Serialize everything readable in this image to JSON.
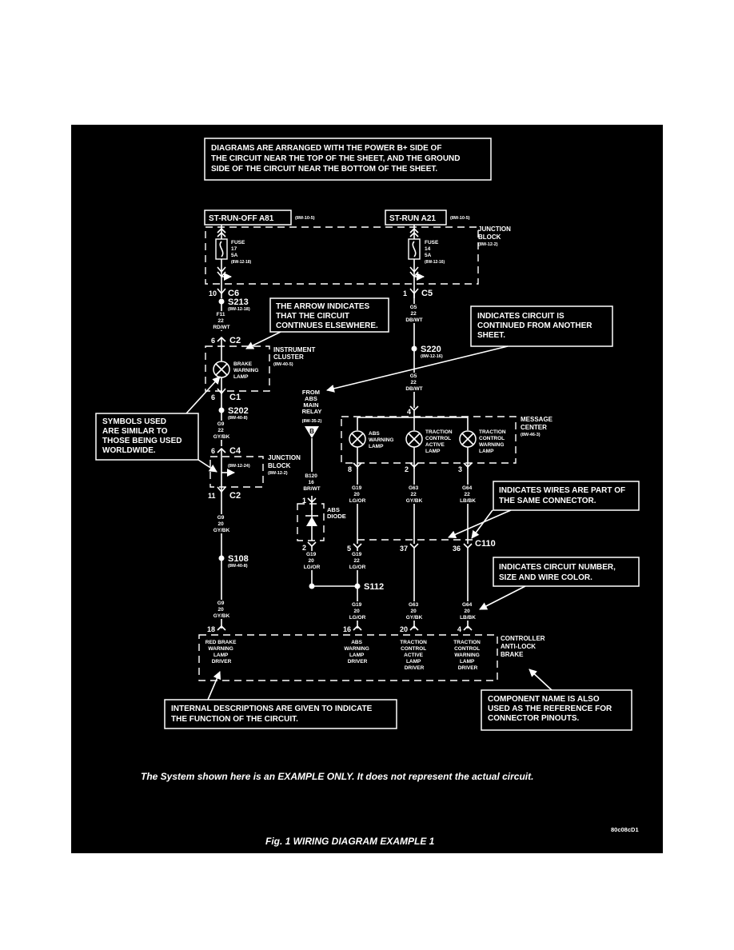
{
  "callouts": {
    "arranged": [
      "DIAGRAMS ARE ARRANGED WITH THE POWER B+ SIDE OF",
      "THE CIRCUIT NEAR THE TOP OF THE SHEET, AND THE GROUND",
      "SIDE OF THE CIRCUIT NEAR THE BOTTOM OF THE SHEET."
    ],
    "arrow": [
      "THE ARROW INDICATES",
      "THAT THE CIRCUIT",
      "CONTINUES ELSEWHERE."
    ],
    "continued": [
      "INDICATES CIRCUIT IS",
      "CONTINUED FROM ANOTHER",
      "SHEET."
    ],
    "symbols": [
      "SYMBOLS USED",
      "ARE SIMILAR TO",
      "THOSE BEING USED",
      "WORLDWIDE."
    ],
    "same_connector": [
      "INDICATES WIRES ARE PART OF",
      "THE SAME CONNECTOR."
    ],
    "circuit_number": [
      "INDICATES CIRCUIT NUMBER,",
      "SIZE AND WIRE COLOR."
    ],
    "internal": [
      "INTERNAL DESCRIPTIONS ARE GIVEN TO INDICATE",
      "THE FUNCTION OF THE CIRCUIT."
    ],
    "component_name": [
      "COMPONENT NAME IS ALSO",
      "USED AS THE REFERENCE FOR",
      "CONNECTOR PINOUTS."
    ]
  },
  "power": {
    "left": "ST-RUN-OFF A81",
    "left_ref": "(8W-10-5)",
    "right": "ST-RUN A21",
    "right_ref": "(8W-10-5)"
  },
  "junction_block": {
    "label": [
      "JUNCTION",
      "BLOCK"
    ],
    "ref": "(8W-12-2)"
  },
  "fuses": {
    "left": [
      "FUSE",
      "17",
      "5A",
      "(8W-12-18)"
    ],
    "right": [
      "FUSE",
      "14",
      "5A",
      "(8W-12-16)"
    ]
  },
  "connectors": {
    "c6_pin": "10",
    "c6": "C6",
    "c5_pin": "1",
    "c5": "C5",
    "c2_pin": "6",
    "c2": "C2",
    "c1_pin": "6",
    "c1": "C1",
    "c4_pin": "6",
    "c4": "C4",
    "c2b_pin": "11",
    "c2b": "C2",
    "msg_in_pin": "4",
    "abs_lamp_pin": "8",
    "tc_active_pin": "2",
    "tc_warn_pin": "3",
    "diode_top_pin": "1",
    "diode_bot_pin": "2",
    "c110_p5": "5",
    "c110_p37": "37",
    "c110_p36": "36",
    "c110": "C110",
    "ctrl_p18": "18",
    "ctrl_p16": "16",
    "ctrl_p20": "20",
    "ctrl_p4": "4"
  },
  "splices": {
    "s213": "S213",
    "s213_ref": "(8W-12-18)",
    "s220": "S220",
    "s220_ref": "(8W-12-16)",
    "s202": "S202",
    "s202_ref": "(8W-40-8)",
    "s108": "S108",
    "s108_ref": "(8W-40-8)",
    "s112": "S112"
  },
  "wires": {
    "f11": [
      "F11",
      "22",
      "RD/WT"
    ],
    "g5_top": [
      "G5",
      "22",
      "DB/WT"
    ],
    "g5_bot": [
      "G5",
      "22",
      "DB/WT"
    ],
    "g9_a": [
      "G9",
      "22",
      "GY/BK"
    ],
    "g9_b": [
      "G9",
      "20",
      "GY/BK"
    ],
    "g9_c": [
      "G9",
      "20",
      "GY/BK"
    ],
    "b120": [
      "B120",
      "16",
      "BR/WT"
    ],
    "g19_a": [
      "G19",
      "20",
      "LG/OR"
    ],
    "g19_b": [
      "G19",
      "22",
      "LG/OR"
    ],
    "g19_c": [
      "G19",
      "20",
      "LG/OR"
    ],
    "g19_d": [
      "G19",
      "20",
      "LG/OR"
    ],
    "g63_a": [
      "G63",
      "22",
      "GY/BK"
    ],
    "g63_b": [
      "G63",
      "20",
      "GY/BK"
    ],
    "g64_a": [
      "G64",
      "22",
      "LB/BK"
    ],
    "g64_b": [
      "G64",
      "20",
      "LB/BK"
    ]
  },
  "instrument_cluster": {
    "label": [
      "INSTRUMENT",
      "CLUSTER"
    ],
    "ref": "(8W-40-5)",
    "lamp": [
      "BRAKE",
      "WARNING",
      "LAMP"
    ]
  },
  "junction_block_2": {
    "label": [
      "JUNCTION",
      "BLOCK"
    ],
    "ref_a": "(8W-12-24)",
    "ref_b": "(8W-12-2)"
  },
  "abs_relay": {
    "label": [
      "FROM",
      "ABS",
      "MAIN",
      "RELAY"
    ],
    "ref": "(8W-35-2)",
    "marker": "B"
  },
  "abs_diode": [
    "ABS",
    "DIODE"
  ],
  "message_center": {
    "label": [
      "MESSAGE",
      "CENTER"
    ],
    "ref": "(8W-46-3)",
    "lamp1": [
      "ABS",
      "WARNING",
      "LAMP"
    ],
    "lamp2": [
      "TRACTION",
      "CONTROL",
      "ACTIVE",
      "LAMP"
    ],
    "lamp3": [
      "TRACTION",
      "CONTROL",
      "WARNING",
      "LAMP"
    ]
  },
  "controller": {
    "label": [
      "CONTROLLER",
      "ANTI-LOCK",
      "BRAKE"
    ],
    "d1": [
      "RED BRAKE",
      "WARNING",
      "LAMP",
      "DRIVER"
    ],
    "d2": [
      "ABS",
      "WARNING",
      "LAMP",
      "DRIVER"
    ],
    "d3": [
      "TRACTION",
      "CONTROL",
      "ACTIVE",
      "LAMP",
      "DRIVER"
    ],
    "d4": [
      "TRACTION",
      "CONTROL",
      "WARNING",
      "LAMP",
      "DRIVER"
    ]
  },
  "note": "The System shown here is an EXAMPLE ONLY. It does not represent the actual circuit.",
  "image_code": "80c08cD1",
  "caption": "Fig. 1 WIRING DIAGRAM EXAMPLE 1"
}
